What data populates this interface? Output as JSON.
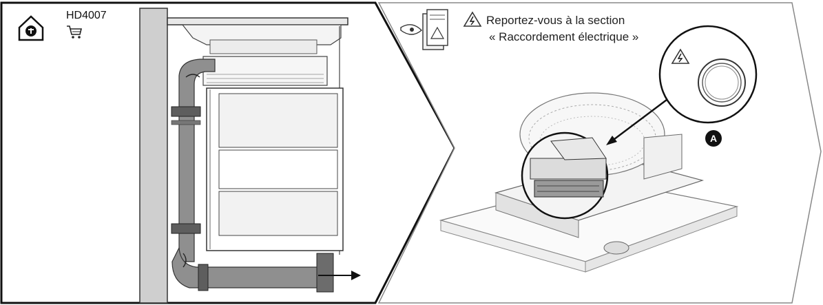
{
  "left_panel": {
    "product_code": "HD4007",
    "icons": [
      "home-fan-icon",
      "shopping-cart-icon"
    ],
    "arrow_direction": "right"
  },
  "right_panel": {
    "reference_line1": "Reportez-vous à la section",
    "reference_line2": "« Raccordement électrique »",
    "icons": [
      "eye-manual-icon",
      "electric-warning-icon"
    ],
    "callout_marker": "A"
  }
}
